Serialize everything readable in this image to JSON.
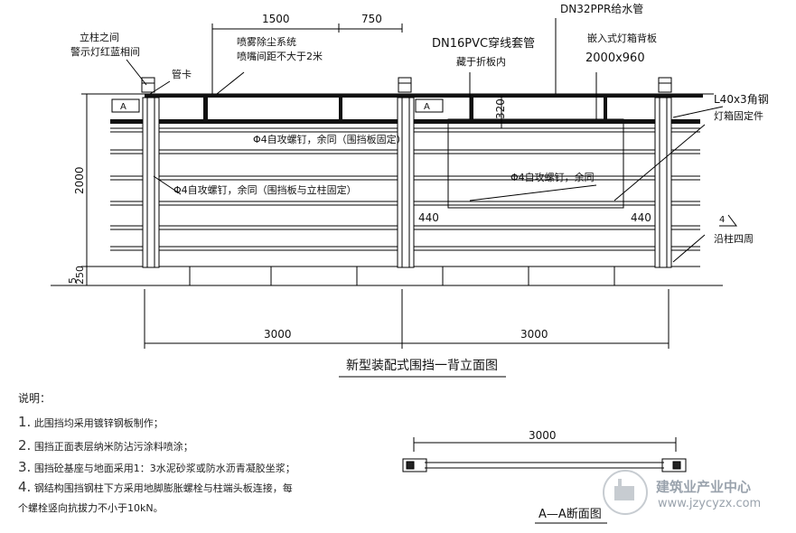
{
  "elevation": {
    "title": "新型装配式围挡一背立面图",
    "dims": {
      "top_1500": "1500",
      "top_750": "750",
      "height_2000": "2000",
      "height_250": "250",
      "base_50": "5",
      "bottom_left": "3000",
      "bottom_right": "3000",
      "gap_left": "440",
      "gap_right": "440",
      "depth_320": "320"
    },
    "labels": {
      "column_light_1": "立柱之间",
      "column_light_2": "警示灯红蓝相间",
      "pipe_clamp": "管卡",
      "spray_1": "喷雾除尘系统",
      "spray_2": "喷嘴间距不大于2米",
      "pvc_1": "DN16PVC穿线套管",
      "pvc_2": "藏于折板内",
      "ppr": "DN32PPR给水管",
      "lightbox_1": "嵌入式灯箱背板",
      "lightbox_2": "2000x960",
      "angle_1": "L40x3角钢",
      "angle_2": "灯箱固定件",
      "screw_1": "Φ4自攻螺钉，余同（围挡板固定）",
      "screw_2": "Φ4自攻螺钉，余同（围挡板与立柱固定）",
      "screw_3": "Φ4自攻螺钉，余同",
      "weld_4": "4",
      "weld_text": "沿柱四周",
      "section_mark_left": "A",
      "section_mark_mid": "A"
    }
  },
  "notes": {
    "heading": "说明：",
    "items": [
      {
        "num": "1.",
        "text": "此围挡均采用镀锌钢板制作；"
      },
      {
        "num": "2.",
        "text": "围挡正面表层纳米防沾污涂料喷涂；"
      },
      {
        "num": "3.",
        "text": "围挡砼基座与地面采用1：3水泥砂浆或防水沥青凝胶坐浆；"
      },
      {
        "num": "4.",
        "text": "钢结构围挡钢柱下方采用地脚膨胀螺栓与柱端头板连接，每"
      },
      {
        "num": "",
        "text": "个螺栓竖向抗拔力不小于10kN。"
      }
    ]
  },
  "section": {
    "dim": "3000",
    "title": "A—A断面图"
  },
  "watermark": {
    "cn": "建筑业产业中心",
    "url": "www.jzycyzx.com"
  }
}
